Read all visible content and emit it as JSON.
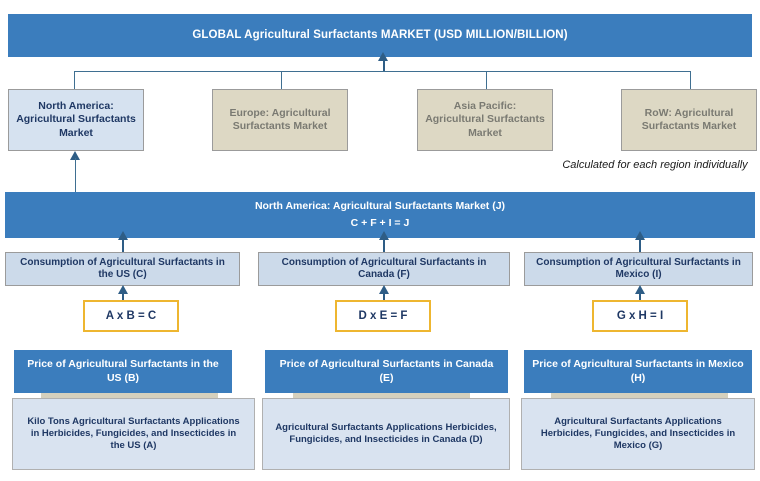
{
  "title_bar": {
    "label": "GLOBAL Agricultural Surfactants MARKET (USD MILLION/BILLION)"
  },
  "regions": [
    {
      "id": "north-america",
      "label": "North America: Agricultural Surfactants Market",
      "style": "primary"
    },
    {
      "id": "europe",
      "label": "Europe: Agricultural Surfactants Market",
      "style": "muted"
    },
    {
      "id": "asia-pacific",
      "label": "Asia Pacific: Agricultural Surfactants Market",
      "style": "muted"
    },
    {
      "id": "row",
      "label": "RoW: Agricultural Surfactants Market",
      "style": "muted"
    }
  ],
  "note": {
    "text": "Calculated for each region individually"
  },
  "na_market_bar": {
    "line1": "North America: Agricultural Surfactants Market (J)",
    "line2": "C + F + I = J"
  },
  "consumption": [
    {
      "id": "us",
      "label": "Consumption of Agricultural Surfactants in the US (C)"
    },
    {
      "id": "canada",
      "label": "Consumption of Agricultural Surfactants in Canada (F)"
    },
    {
      "id": "mexico",
      "label": "Consumption of Agricultural Surfactants in Mexico (I)"
    }
  ],
  "formulas": [
    {
      "id": "us",
      "label": "A x B = C"
    },
    {
      "id": "canada",
      "label": "D x E = F"
    },
    {
      "id": "mexico",
      "label": "G x H = I"
    }
  ],
  "prices": [
    {
      "id": "us",
      "label": "Price of Agricultural Surfactants in the US (B)"
    },
    {
      "id": "canada",
      "label": "Price of Agricultural Surfactants in Canada (E)"
    },
    {
      "id": "mexico",
      "label": "Price of Agricultural Surfactants in Mexico (H)"
    }
  ],
  "applications": [
    {
      "id": "us",
      "label": "Kilo Tons Agricultural Surfactants Applications in Herbicides, Fungicides, and  Insecticides in the US (A)"
    },
    {
      "id": "canada",
      "label": "Agricultural Surfactants Applications Herbicides, Fungicides, and  Insecticides in Canada (D)"
    },
    {
      "id": "mexico",
      "label": "Agricultural Surfactants Applications  Herbicides, Fungicides, and  Insecticides in Mexico (G)"
    }
  ],
  "colors": {
    "brand_blue": "#3b7dbd",
    "navy_text": "#1f3864",
    "region_primary_fill": "#d6e2f0",
    "region_muted_fill": "#ddd8c4",
    "consumption_fill": "#ccdaea",
    "applications_fill": "#d9e3f0",
    "formula_border": "#eeb630",
    "connector_line": "#3f6f91",
    "tan_strip": "#d5d0bd"
  }
}
